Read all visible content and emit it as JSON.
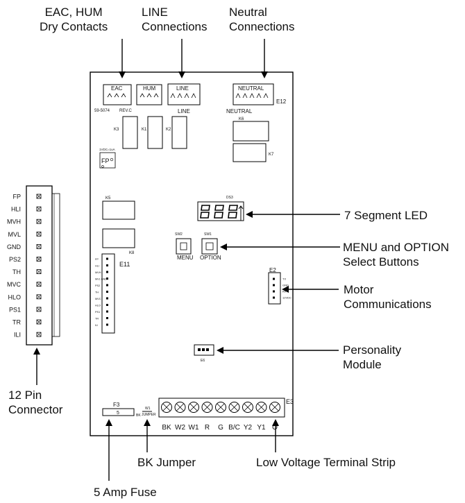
{
  "callouts": {
    "eac_hum": [
      "EAC, HUM",
      "Dry Contacts"
    ],
    "line": [
      "LINE",
      "Connections"
    ],
    "neutral": [
      "Neutral",
      "Connections"
    ],
    "seg_led": [
      "7 Segment LED"
    ],
    "menu_option": [
      "MENU and OPTION",
      "Select Buttons"
    ],
    "motor_comm": [
      "Motor",
      "Communications"
    ],
    "personality": [
      "Personality",
      "Module"
    ],
    "pin12": [
      "12 Pin",
      "Connector"
    ],
    "bk_jumper": [
      "BK Jumper"
    ],
    "fuse": [
      "5 Amp Fuse"
    ],
    "lv_strip": [
      "Low Voltage Terminal Strip"
    ]
  },
  "board": {
    "part_number": "59-5074",
    "revision": "REV.C",
    "relays": [
      "K1",
      "K2",
      "K3",
      "K5",
      "K6",
      "K7",
      "K8"
    ],
    "connectors": {
      "eac": "EAC",
      "hum": "HUM",
      "line": "LINE",
      "line_below": "LINE",
      "neutral": "NEUTRAL",
      "neutral_below": "NEUTRAL",
      "e12": "E12",
      "e11": "E11",
      "e2": "E2",
      "e3": "E3",
      "e6": "E6",
      "f3": "F3",
      "fuse_value": "5",
      "bk": "BK",
      "w1": "W1",
      "jumper": "JUMPER",
      "fp_box": "FP",
      "fp_small": "1VDC=1uA",
      "ds_label": "DS3",
      "sw2": "SW2",
      "sw1": "SW1",
      "menu": "MENU",
      "option": "OPTION"
    },
    "e2_pins": [
      "TX",
      "GND",
      "RX",
      "12VDC"
    ],
    "e11_pins": [
      "FP",
      "HLI",
      "MVH",
      "MVL GND",
      "PS2",
      "TH",
      "MVC",
      "HLO",
      "PS1",
      "TR",
      "ILI"
    ],
    "terminal_labels": [
      "BK",
      "W2",
      "W1",
      "R",
      "G",
      "B/C",
      "Y2",
      "Y1",
      "O"
    ]
  },
  "pin_connector": {
    "labels": [
      "FP",
      "HLI",
      "MVH",
      "MVL",
      "GND",
      "PS2",
      "TH",
      "MVC",
      "HLO",
      "PS1",
      "TR",
      "ILI"
    ]
  }
}
